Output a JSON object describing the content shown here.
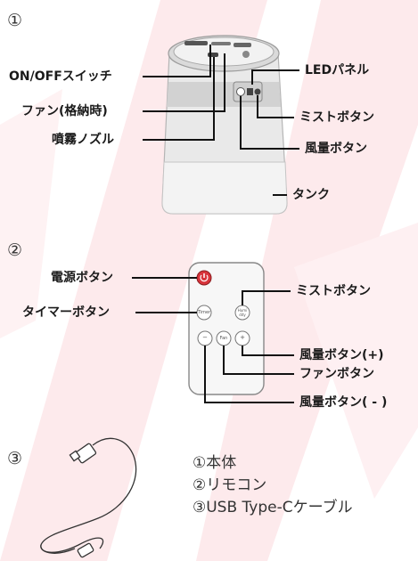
{
  "sections": {
    "s1": "①",
    "s2": "②",
    "s3": "③"
  },
  "device": {
    "on_off_switch": "ON/OFFスイッチ",
    "fan_storage": "ファン(格納時)",
    "mist_nozzle": "噴霧ノズル",
    "led_panel": "LEDパネル",
    "mist_button": "ミストボタン",
    "wind_button": "風量ボタン",
    "tank": "タンク"
  },
  "remote": {
    "power_button": "電源ボタン",
    "timer_button": "タイマーボタン",
    "mist_button": "ミストボタン",
    "wind_plus": "風量ボタン(+)",
    "fan_button": "ファンボタン",
    "wind_minus": "風量ボタン( - )",
    "key_timer": "Timer",
    "key_mist": "Humi dity",
    "key_fan": "Fan",
    "key_minus": "−",
    "key_plus": "+"
  },
  "contents": [
    "①本体",
    "②リモコン",
    "③USB Type-Cケーブル"
  ],
  "colors": {
    "watermark": "#fde3e6",
    "device_body": "#dcdcdc",
    "power_key": "#d8343b"
  }
}
